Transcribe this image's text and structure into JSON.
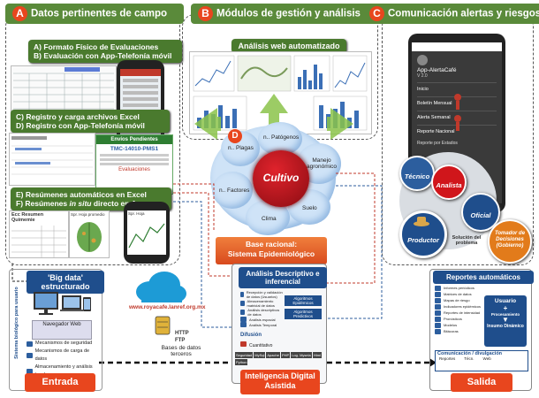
{
  "sections": {
    "a": {
      "letter": "A",
      "title": "Datos pertinentes de campo"
    },
    "b": {
      "letter": "B",
      "title": "Módulos de gestión y análisis"
    },
    "c": {
      "letter": "C",
      "title": "Comunicación alertas y riesgos"
    }
  },
  "field_steps": {
    "ab": [
      "A) Formato Físico de Evaluaciones",
      "B) Evaluación con App-Telefonía móvil"
    ],
    "cd": [
      "C) Registro y carga archivos Excel",
      "D) Registro con App-Telefonía móvil"
    ],
    "ef_e": "E) Resúmenes automáticos en Excel",
    "ef_f_prefix": "F) Resúmenes ",
    "ef_f_italic": "in situ",
    "ef_f_suffix": " directo en App"
  },
  "phone_record": {
    "header": "Envíos Pendientes",
    "code": "TMC-14010-PMS1",
    "label": "Evaluaciones"
  },
  "summary_table": {
    "title": "Ecc Resumen Quimemie",
    "col1": "Spr. Hoja promedio",
    "col2": "Spr. Hoja"
  },
  "web_analysis": {
    "title": "Análisis web automatizado"
  },
  "app_c": {
    "app_name": "App-AlertaCafé",
    "version": "V 2.0",
    "menu": [
      "Inicio",
      "Boletín Mensual",
      "Alerta Semanal",
      "Reporte Nacional"
    ],
    "reports": "Reporte por Estados"
  },
  "roles": {
    "tecnico": "Técnico",
    "analista": "Analista",
    "oficial": "Oficial",
    "productor": "Productor",
    "tomador": "Tomador de Decisiones (Gobierno)",
    "solucion": "Solución del problema"
  },
  "epi": {
    "d": "D",
    "center": "Cultivo",
    "plagas": "n.. Plagas",
    "patogenos": "n.. Patógenos",
    "manejo": "Manejo agronómico",
    "factores": "n.. Factores",
    "suelo": "Suelo",
    "clima": "Clima",
    "base1": "Base racional:",
    "base2": "Sistema Epidemiológico"
  },
  "bigdata": {
    "title": "'Big data' estructurado",
    "vertical": "Sistema biológico para usuario",
    "browser": "Navegador Web",
    "items": [
      "Mecanismos de seguridad",
      "Mecanismos de carga de datos",
      "Almacenamiento y análisis local"
    ],
    "entrada": "Entrada"
  },
  "cloud": {
    "url": "www.royacafe.lanref.org.mx",
    "http": "HTTP",
    "ftp": "FTP",
    "bases": "Bases de datos terceros"
  },
  "analysis": {
    "title": "Análisis Descriptivo e inferencial",
    "items": [
      "Recepción y validación de datos (Usuarios)",
      "Almacenamiento matricial de datos",
      "Análisis descriptivos de datos",
      "Análisis espacial",
      "Análisis Temporal"
    ],
    "right_items": [
      "Algoritmos Epidémicos",
      "Algoritmos Predictivos"
    ],
    "difusion": "Difusión",
    "cuantitativo": "Cuantitativo",
    "bottom_tags": [
      "Seguridad",
      "MySql",
      "Apache",
      "PHP",
      "Log. Mysela",
      "Html",
      "Python"
    ],
    "ia": "Inteligencia Digital Asistida"
  },
  "reports": {
    "title": "Reportes automáticos",
    "items": [
      "Informes periódicos",
      "Matrices de datos",
      "Mapas de riesgo",
      "Indicadores epidémicos",
      "Reportes de intensidad",
      "Pronósticos",
      "Modelos",
      "Bitácoras"
    ],
    "usuario": "Usuario",
    "procesamiento": "Procesamiento",
    "insumo": "Insumo Dinámico",
    "comm": "Comunicación / divulgación",
    "comm_items": [
      "Reportes",
      "Técn.",
      "Web"
    ],
    "salida": "Salida"
  },
  "colors": {
    "accent_red": "#e8461e",
    "dark_blue": "#1f4e8c",
    "green": "#4a7a2e",
    "cultivo_red": "#b0121b"
  }
}
